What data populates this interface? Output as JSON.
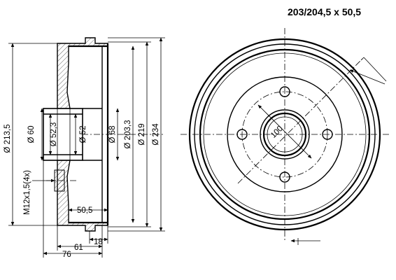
{
  "title": "203/204,5 x 50,5",
  "side_view": {
    "dim_diameters": [
      {
        "key": "d213",
        "label": "Ø 213,5"
      },
      {
        "key": "d60",
        "label": "Ø 60"
      },
      {
        "key": "d52_3",
        "label": "Ø 52,3"
      },
      {
        "key": "d52",
        "label": "Ø 52"
      },
      {
        "key": "d68",
        "label": "Ø 68"
      },
      {
        "key": "d203",
        "label": "Ø 203,3"
      },
      {
        "key": "d219",
        "label": "Ø 219"
      },
      {
        "key": "d234",
        "label": "Ø 234"
      }
    ],
    "thread_label": "M12x1,5(4x)",
    "width_drum": "50,5",
    "width_hub": "61",
    "width_total": "76",
    "flange_thk": "18"
  },
  "front_view": {
    "pcd_label": "100"
  }
}
